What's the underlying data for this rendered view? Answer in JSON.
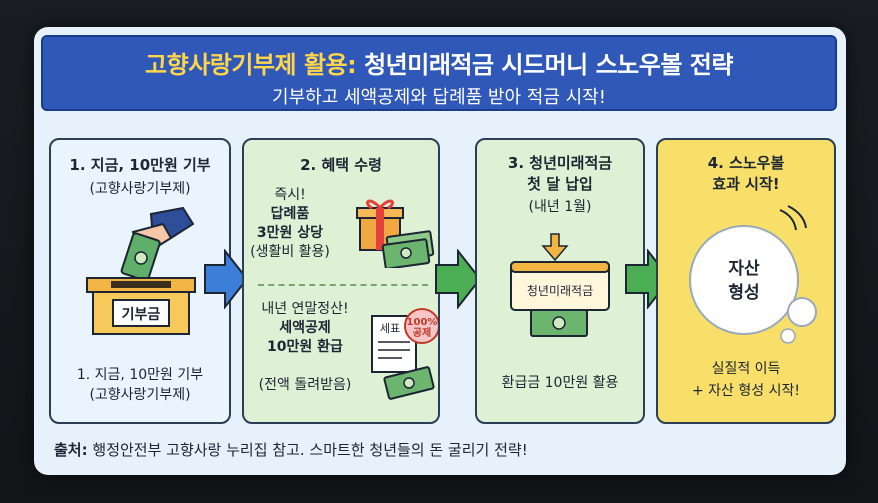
{
  "title": {
    "line1_part1": "고향사랑기부제 활용:",
    "line1_part2": "청년미래적금 시드머니 스노우볼 전략",
    "line2": "기부하고 세액공제와 답례품 받아 적금 시작!"
  },
  "step1": {
    "heading": "1. 지금, 10만원 기부",
    "subheading": "(고향사랑기부제)",
    "box_label": "기부금",
    "caption_line1": "1. 지금, 10만원 기부",
    "caption_line2": "(고향사랑기부제)"
  },
  "step2": {
    "heading": "2. 혜택 수령",
    "gift_line1": "즉시!",
    "gift_line2": "답례품",
    "gift_line3": "3만원 상당",
    "gift_line4": "(생활비 활용)",
    "tax_line1": "내년 연말정산!",
    "tax_line2": "세액공제",
    "tax_line3": "10만원 환급",
    "tax_line4": "(전액 돌려받음)",
    "doc_label": "세표",
    "badge_line1": "100%",
    "badge_line2": "공제"
  },
  "step3": {
    "heading_line1": "3. 청년미래적금",
    "heading_line2": "첫 달 납입",
    "subheading": "(내년 1월)",
    "account_label": "청년미래적금",
    "caption": "환급금 10만원 활용"
  },
  "step4": {
    "heading_line1": "4. 스노우볼",
    "heading_line2": "효과 시작!",
    "ball_line1": "자산",
    "ball_line2": "형성",
    "caption_line1": "실질적 이득",
    "caption_line2": "+ 자산 형성 시작!"
  },
  "footer": {
    "prefix": "출처:",
    "text": "행정안전부 고향사랑 누리집 참고. 스마트한 청년들의 돈 굴리기 전략!"
  },
  "colors": {
    "title_bg": "#2f58b8",
    "title_yellow": "#ffd64a",
    "arrow_blue": "#3d7fd8",
    "arrow_green": "#4cae54",
    "panel4": "#f8df6a"
  },
  "icons": [
    "hand-coin-icon",
    "donation-box-icon",
    "gift-box-icon",
    "banknote-icon",
    "tax-document-icon",
    "down-arrow-icon",
    "savings-account-icon",
    "snowball-icon"
  ]
}
